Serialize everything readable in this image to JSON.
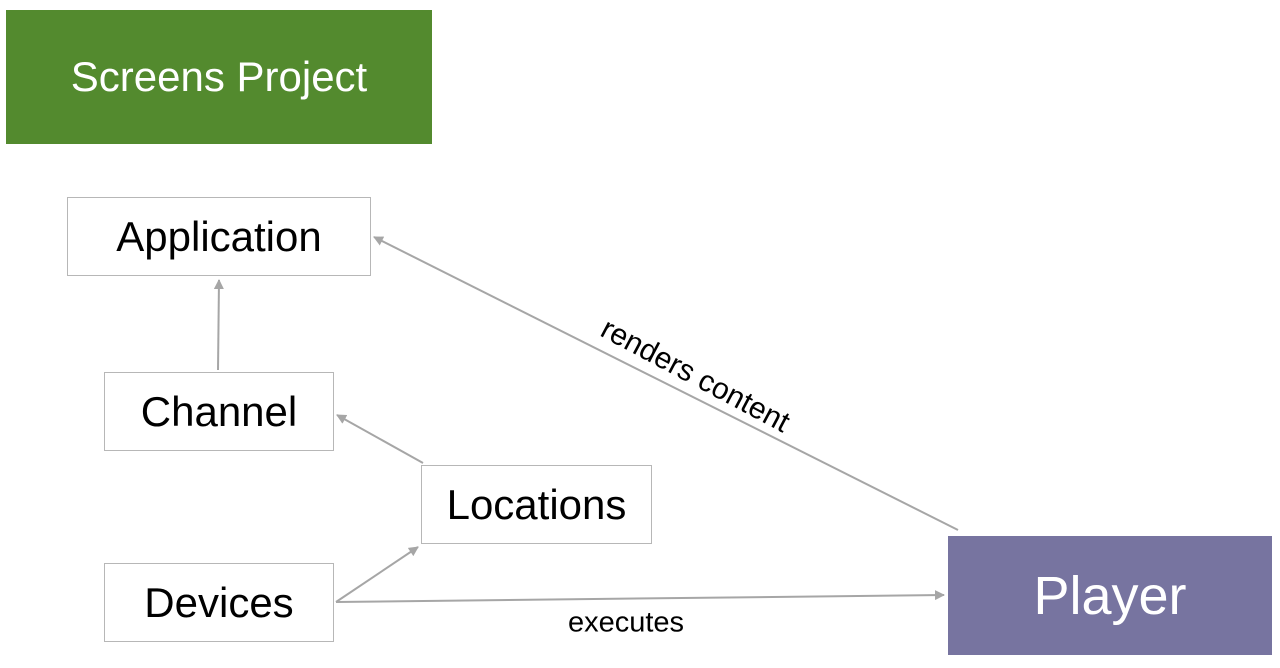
{
  "colors": {
    "title_fill": "#538a2e",
    "player_fill": "#7774a0",
    "box_border": "#b7b7b7",
    "arrow": "#a6a6a6"
  },
  "diagram": {
    "title": "Screens Project",
    "nodes": {
      "application": "Application",
      "channel": "Channel",
      "locations": "Locations",
      "devices": "Devices",
      "player": "Player"
    },
    "edges": {
      "channel_to_application": "",
      "locations_to_channel": "",
      "devices_to_locations": "",
      "player_to_application": "renders content",
      "devices_to_player": "executes"
    }
  }
}
